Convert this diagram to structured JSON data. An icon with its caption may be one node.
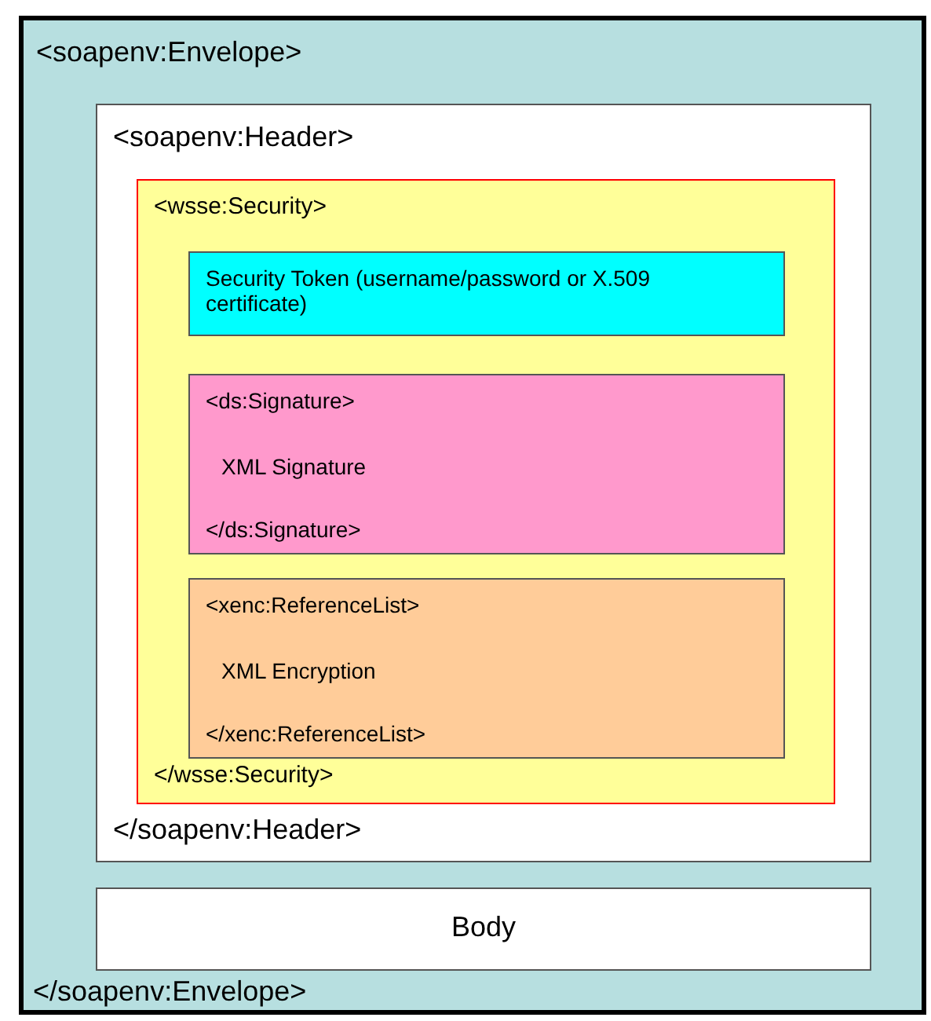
{
  "diagram": {
    "nodes": [
      {
        "text": [
          "<soapenv:Envelope>",
          "</soapenv:Envelope>"
        ]
      },
      {
        "text": [
          "<soapenv:Header>",
          "</soapenv:Header>"
        ],
        "in": 0
      },
      {
        "text": [
          "<wsse:Security>",
          "</wsse:Security>"
        ],
        "in": 1
      },
      {
        "text": [
          "Security Token (username/password or X.509 certificate)"
        ],
        "in": 2
      },
      {
        "text": [
          "<ds:Signature>",
          "XML Signature",
          "</ds:Signature>"
        ],
        "in": 2
      },
      {
        "text": [
          "<xenc:ReferenceList>",
          "XML Encryption",
          "</xenc:ReferenceList>"
        ],
        "in": 2
      },
      {
        "text": [
          "Body"
        ],
        "in": 0
      }
    ],
    "edges": []
  }
}
